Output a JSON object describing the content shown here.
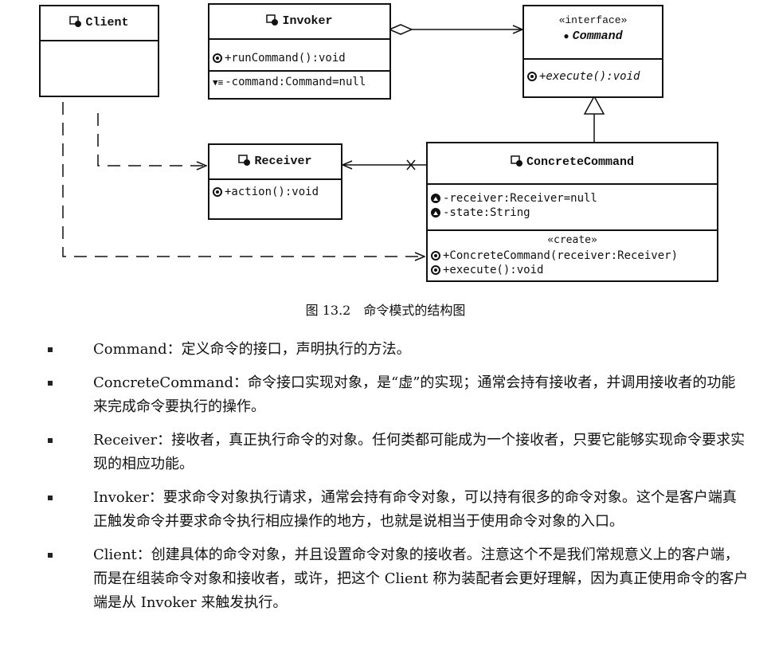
{
  "diagram": {
    "client": {
      "name": "Client"
    },
    "invoker": {
      "name": "Invoker",
      "operation": "+runCommand():void",
      "attribute": "-command:Command=null"
    },
    "command": {
      "stereotype": "«interface»",
      "name": "Command",
      "operation": "+execute():void"
    },
    "receiver": {
      "name": "Receiver",
      "operation": "+action():void"
    },
    "concrete": {
      "name": "ConcreteCommand",
      "attr1": "-receiver:Receiver=null",
      "attr2": "-state:String",
      "stereotype": "«create»",
      "op1": "+ConcreteCommand(receiver:Receiver)",
      "op2": "+execute():void"
    }
  },
  "caption": "图 13.2　命令模式的结构图",
  "items": [
    "Command：定义命令的接口，声明执行的方法。",
    "ConcreteCommand：命令接口实现对象，是“虚”的实现；通常会持有接收者，并调用接收者的功能来完成命令要执行的操作。",
    "Receiver：接收者，真正执行命令的对象。任何类都可能成为一个接收者，只要它能够实现命令要求实现的相应功能。",
    "Invoker：要求命令对象执行请求，通常会持有命令对象，可以持有很多的命令对象。这个是客户端真正触发命令并要求命令执行相应操作的地方，也就是说相当于使用命令对象的入口。",
    "Client：创建具体的命令对象，并且设置命令对象的接收者。注意这个不是我们常规意义上的客户端，而是在组装命令对象和接收者，或许，把这个 Client 称为装配者会更好理解，因为真正使用命令的客户端是从 Invoker 来触发执行。"
  ]
}
